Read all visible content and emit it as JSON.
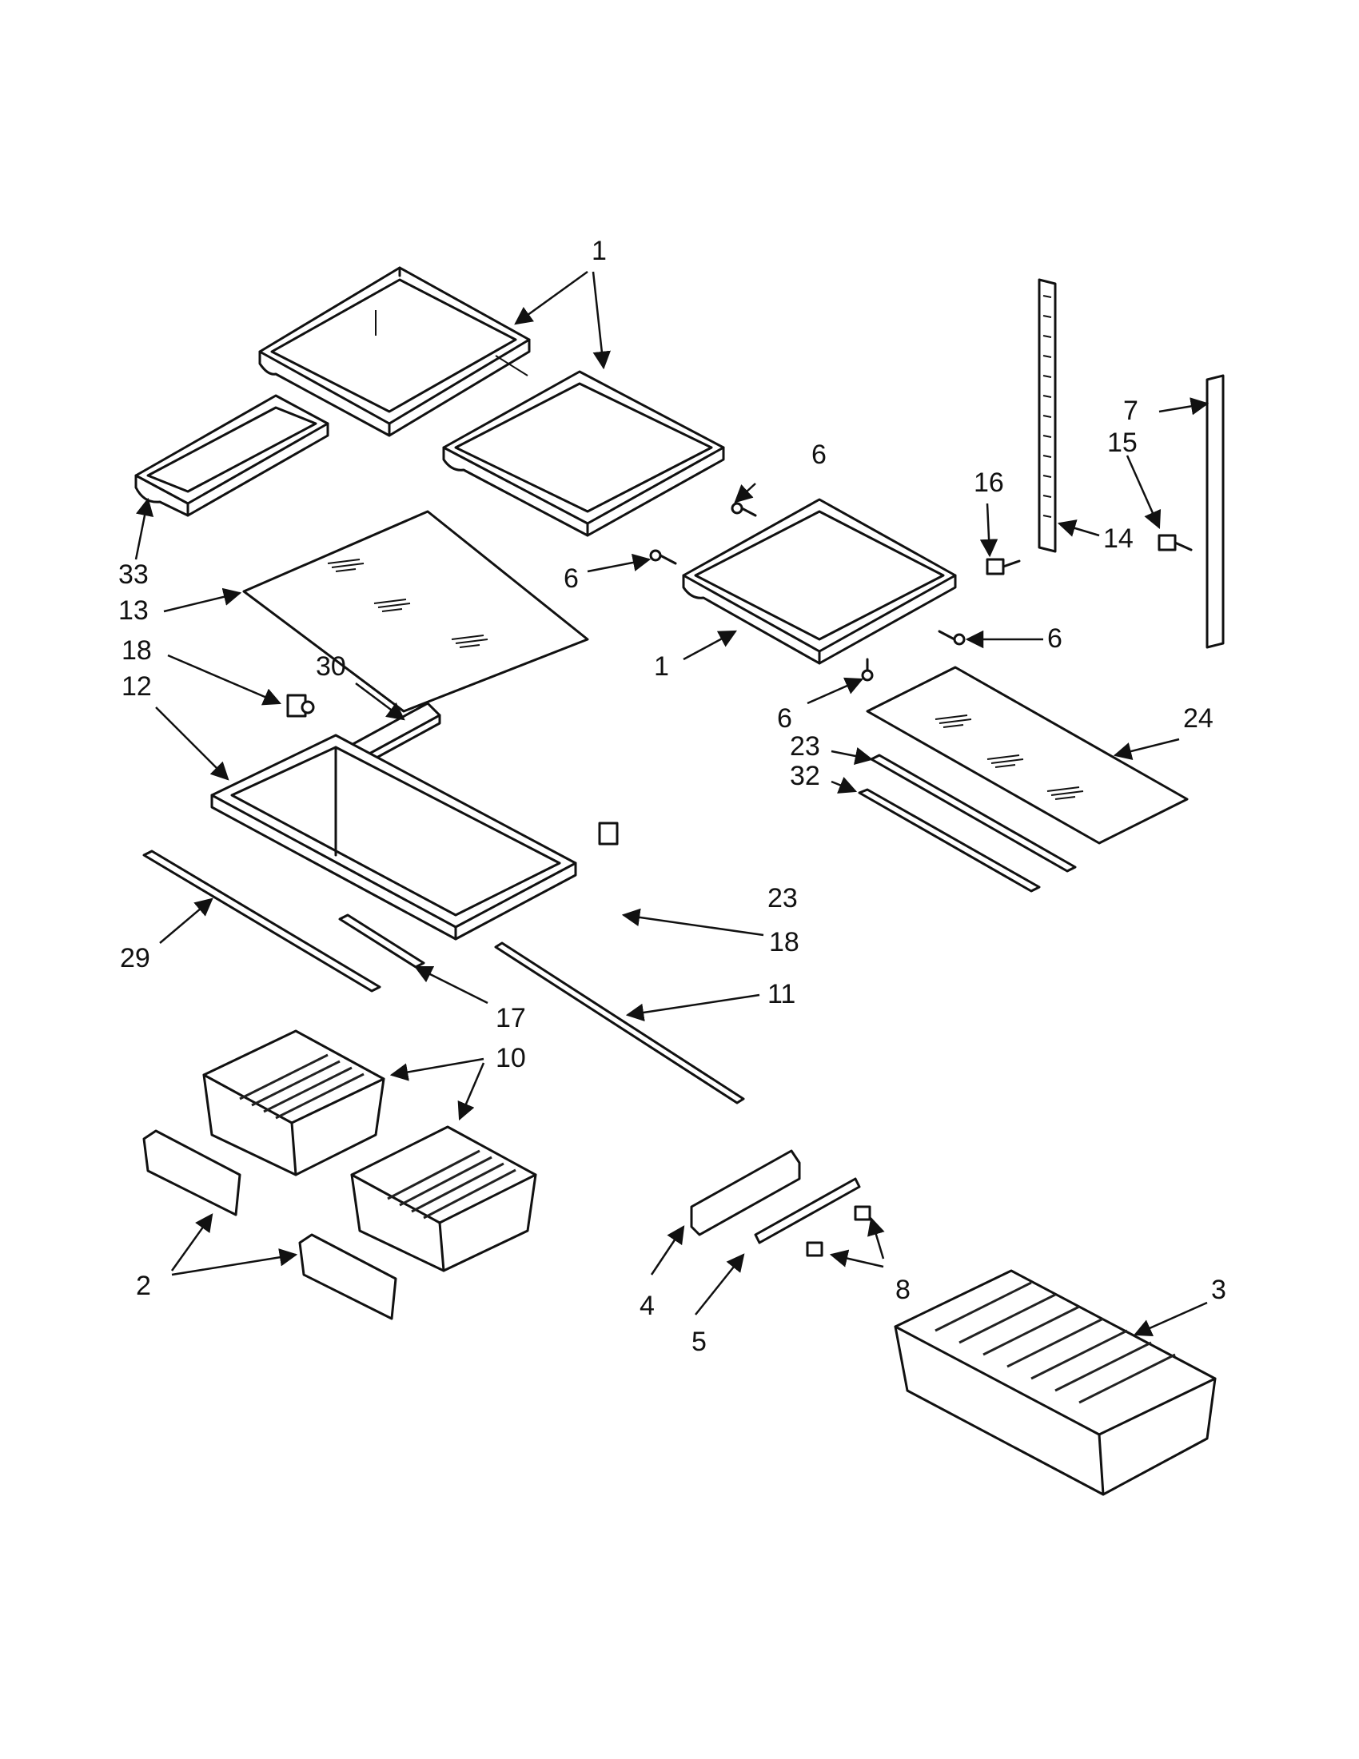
{
  "callouts": {
    "c1_top": "1",
    "c1_mid": "1",
    "c2": "2",
    "c3": "3",
    "c4": "4",
    "c5": "5",
    "c6_a": "6",
    "c6_b": "6",
    "c6_c": "6",
    "c6_d": "6",
    "c7": "7",
    "c8": "8",
    "c10": "10",
    "c11": "11",
    "c12": "12",
    "c13": "13",
    "c14": "14",
    "c15": "15",
    "c16": "16",
    "c17": "17",
    "c18_a": "18",
    "c18_b": "18",
    "c23_a": "23",
    "c23_b": "23",
    "c24": "24",
    "c29": "29",
    "c30": "30",
    "c32": "32",
    "c33": "33"
  },
  "colors": {
    "line": "#111111",
    "background": "#ffffff"
  }
}
